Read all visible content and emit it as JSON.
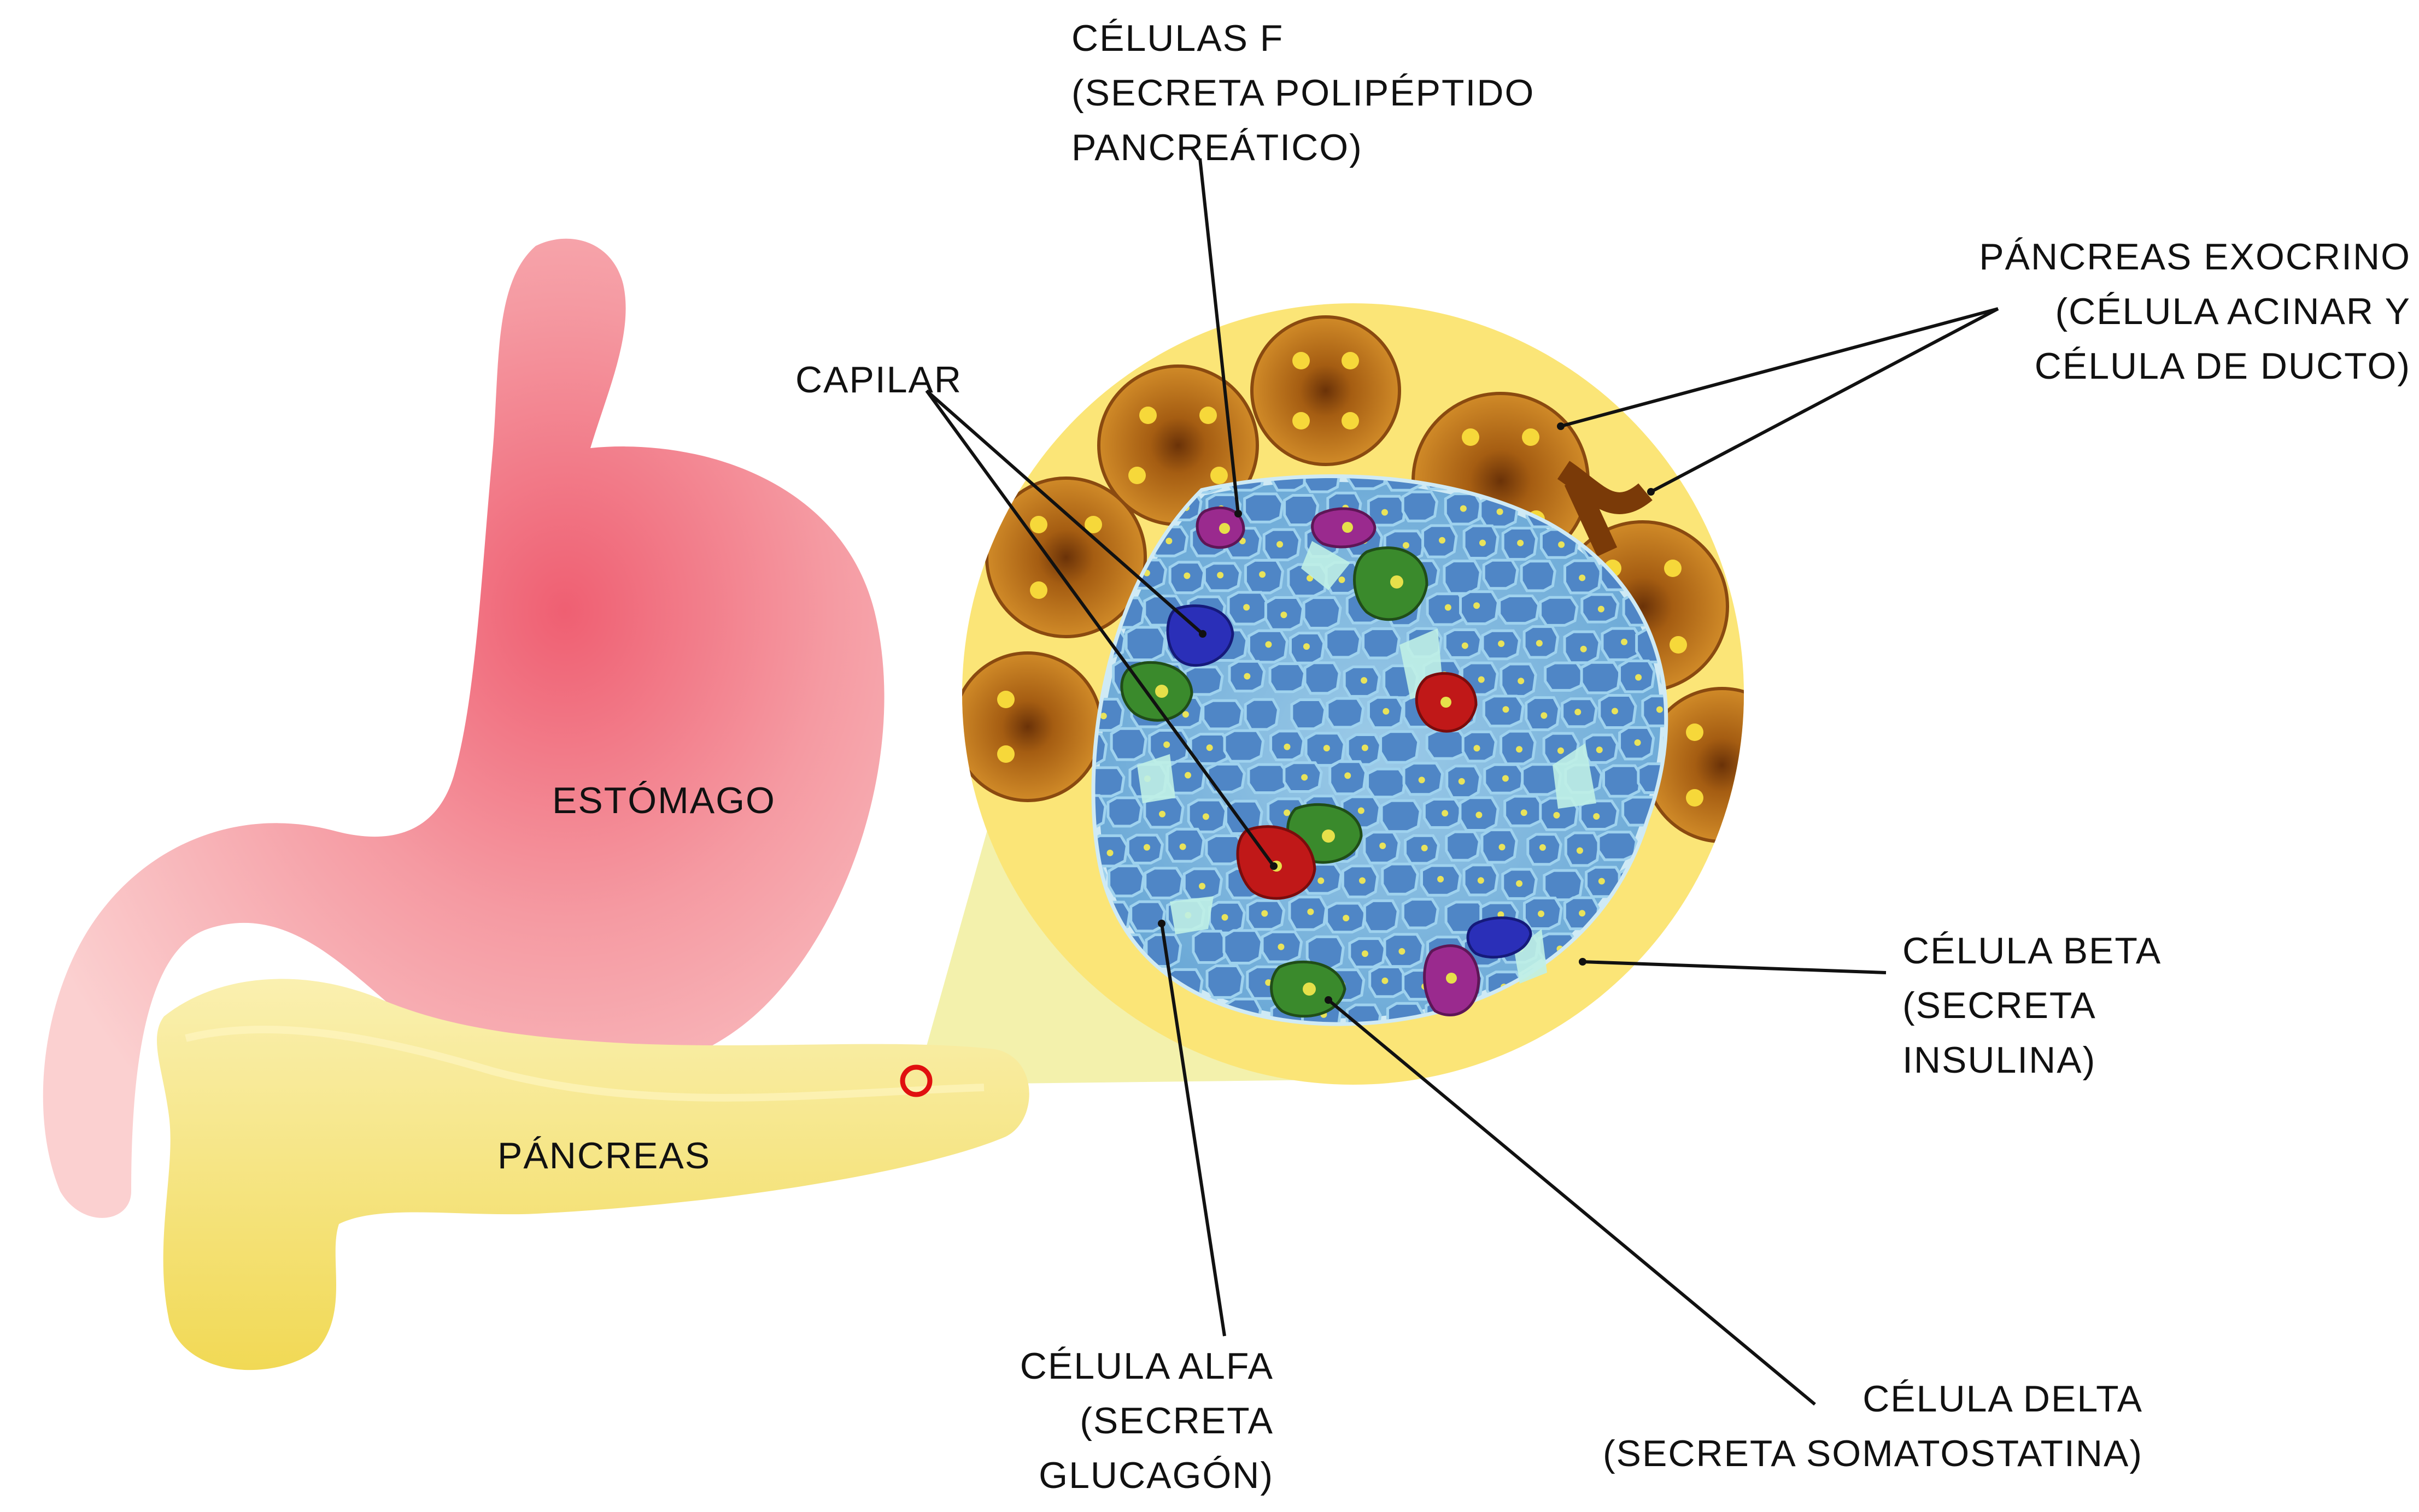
{
  "labels": {
    "stomach": "ESTÓMAGO",
    "pancreas": "PÁNCREAS",
    "capillary": "CAPILAR",
    "f_cells": [
      "CÉLULAS F",
      "(SECRETA POLIPÉPTIDO",
      "PANCREÁTICO)"
    ],
    "exocrine": [
      "PÁNCREAS EXOCRINO",
      "(CÉLULA ACINAR Y",
      "CÉLULA DE DUCTO)"
    ],
    "beta": [
      "CÉLULA BETA",
      "(SECRETA",
      "INSULINA)"
    ],
    "alpha": [
      "CÉLULA ALFA",
      "(SECRETA",
      "GLUCAGÓN)"
    ],
    "delta": [
      "CÉLULA DELTA",
      "(SECRETA SOMATOSTATINA)"
    ]
  },
  "colors": {
    "stomach": "#f39aa0",
    "stomach_highlight": "#f06a78",
    "pancreas": "#f6e27a",
    "zoom_cone": "#f3efa8",
    "circle_bg": "#fbe77a",
    "islet": "#86c3e6",
    "beta_cell": "#4f86c6",
    "acinar": "#c9801f",
    "alpha_cell": "#c01818",
    "delta_cell": "#3a8a2c",
    "f_cell": "#9a2a8e",
    "capillary": "#2a2fb8",
    "marker": "#e01010"
  }
}
